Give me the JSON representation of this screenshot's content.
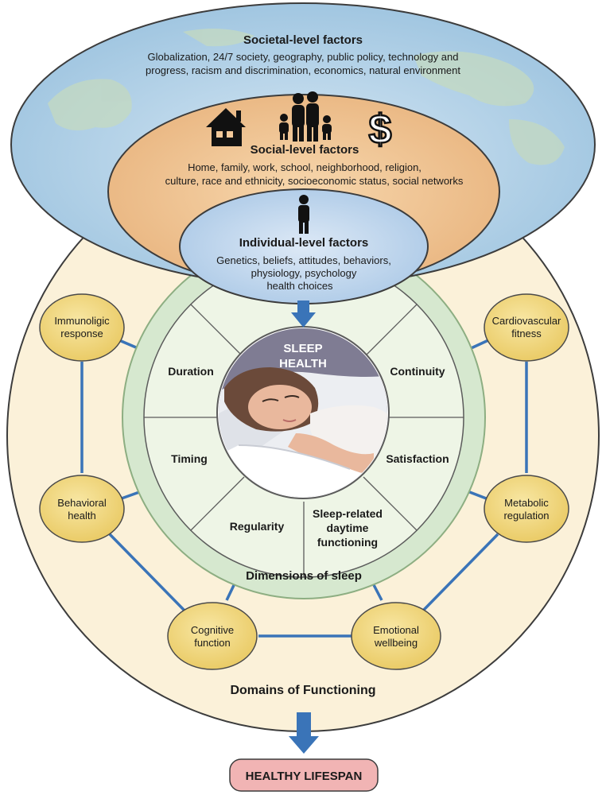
{
  "societal": {
    "title": "Societal-level factors",
    "line1": "Globalization, 24/7 society, geography, public policy, technology and",
    "line2": "progress, racism and discrimination, economics, natural environment"
  },
  "social": {
    "title": "Social-level factors",
    "line1": "Home, family, work, school, neighborhood, religion,",
    "line2": "culture, race and ethnicity, socioeconomic status, social networks",
    "icons": [
      "house-icon",
      "family-icon",
      "dollar-icon"
    ]
  },
  "individual": {
    "title": "Individual-level factors",
    "line1": "Genetics, beliefs, attitudes, behaviors,",
    "line2": "physiology, psychology",
    "line3": "health choices",
    "icons": [
      "person-icon"
    ]
  },
  "sleep_health": {
    "line1": "SLEEP",
    "line2": "HEALTH"
  },
  "dimensions": {
    "title": "Dimensions of sleep",
    "duration": "Duration",
    "continuity": "Continuity",
    "timing": "Timing",
    "satisfaction": "Satisfaction",
    "regularity": "Regularity",
    "daytime_line1": "Sleep-related",
    "daytime_line2": "daytime",
    "daytime_line3": "functioning"
  },
  "domains": {
    "title": "Domains of Functioning",
    "immunologic_1": "Immunoligic",
    "immunologic_2": "response",
    "cardio_1": "Cardiovascular",
    "cardio_2": "fitness",
    "behavioral_1": "Behavioral",
    "behavioral_2": "health",
    "metabolic_1": "Metabolic",
    "metabolic_2": "regulation",
    "cognitive_1": "Cognitive",
    "cognitive_2": "function",
    "emotional_1": "Emotional",
    "emotional_2": "wellbeing"
  },
  "outcome": {
    "label": "HEALTHY LIFESPAN"
  },
  "colors": {
    "domains_fill": "#fbf1d9",
    "dimensions_fill": "#d6e8cf",
    "segment_fill": "#eef5e6",
    "societal_fill": "#b9d5e9",
    "social_fill": "#f2c99a",
    "individual_fill": "#c8dcf0",
    "domain_node_fill": "#f3dc82",
    "connector": "#3a74b8",
    "outcome_fill": "#f1b4b4"
  }
}
